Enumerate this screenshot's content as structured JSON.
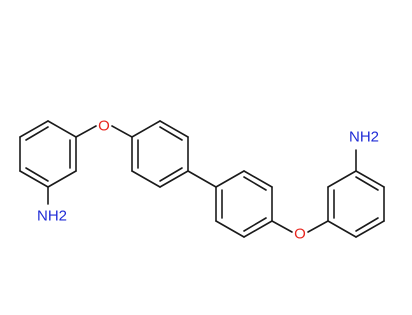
{
  "molecule": {
    "atoms": {
      "oxygen_left": "O",
      "oxygen_right": "O",
      "amine_left": "NH2",
      "amine_right": "NH2"
    },
    "colors": {
      "bond": "#1a1a1a",
      "oxygen": "#e8251e",
      "nitrogen": "#1f2bd6",
      "background": "#ffffff"
    }
  }
}
